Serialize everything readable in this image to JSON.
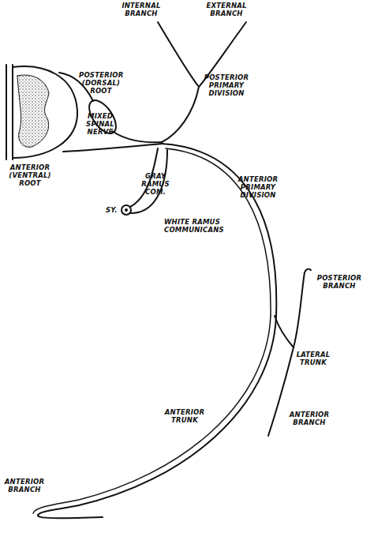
{
  "diagram": {
    "labels": [
      "INTERNAL BRANCH",
      "EXTERNAL BRANCH",
      "POSTERIOR (DORSAL) ROOT",
      "POSTERIOR PRIMARY DIVISION",
      "MIXED SPINAL NERVE",
      "ANTERIOR (VENTRAL) ROOT",
      "GRAY RAMUS COM.",
      "SY.",
      "WHITE RAMUS COMMUNICANS",
      "ANTERIOR PRIMARY DIVISION",
      "POSTERIOR BRANCH",
      "LATERAL TRUNK",
      "ANTERIOR TRUNK",
      "ANTERIOR BRANCH",
      "ANTERIOR BRANCH"
    ]
  }
}
